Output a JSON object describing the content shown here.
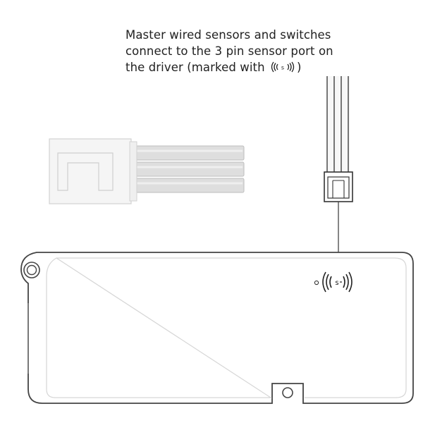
{
  "caption": {
    "line1": "Master wired sensors and switches",
    "line2": "connect to the 3 pin sensor port on",
    "line3_before": "the driver (marked with ",
    "line3_after": ")"
  },
  "port_symbol": {
    "label": "s",
    "icon": "sensor-wave-icon"
  },
  "colors": {
    "text": "#222222",
    "outline": "#444444",
    "connector_fill": "#f4f4f4",
    "wire_fill": "#dcdcdc"
  }
}
